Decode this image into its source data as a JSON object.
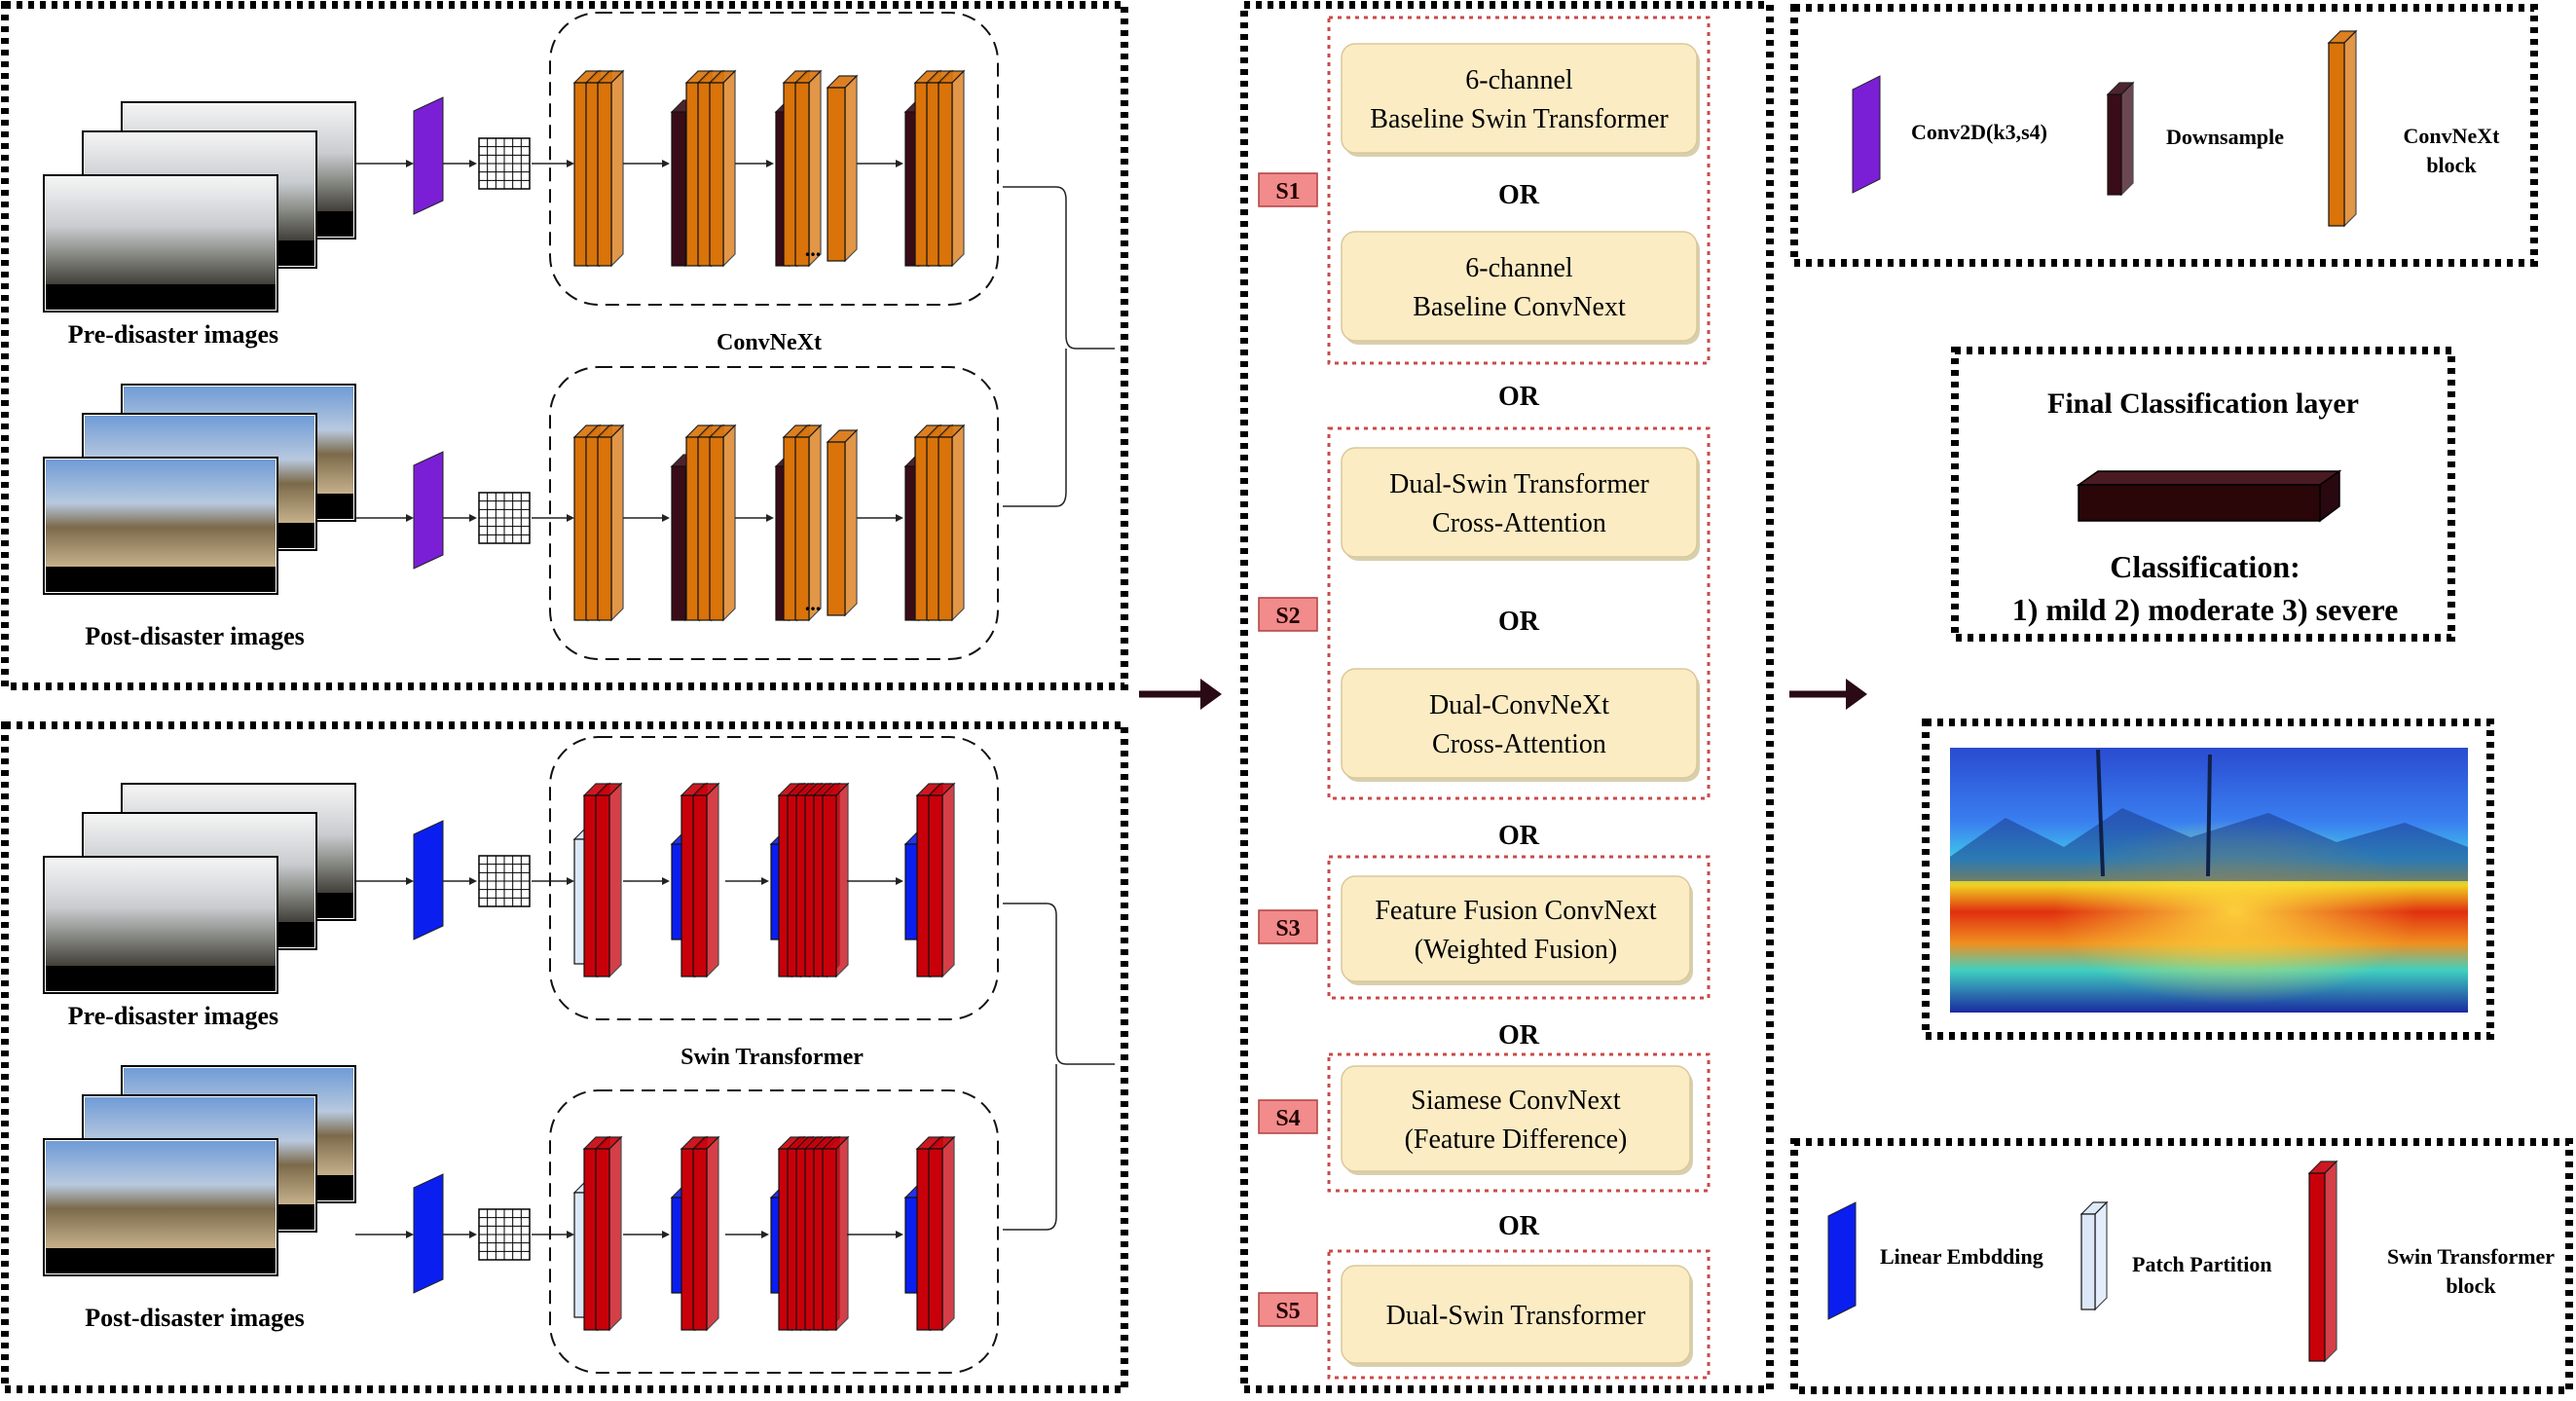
{
  "convnext_panel": {
    "pre_label": "Pre-disaster images",
    "post_label": "Post-disaster images",
    "title": "ConvNeXt",
    "ellipsis": "..."
  },
  "swin_panel": {
    "pre_label": "Pre-disaster images",
    "post_label": "Post-disaster images",
    "title": "Swin Transformer"
  },
  "strategies": {
    "s1": {
      "tag": "S1",
      "box_a": [
        "6-channel",
        "Baseline Swin Transformer"
      ],
      "box_b": [
        "6-channel",
        "Baseline ConvNext"
      ],
      "or_inner": "OR"
    },
    "or_1": "OR",
    "s2": {
      "tag": "S2",
      "box_a": [
        "Dual-Swin Transformer",
        "Cross-Attention"
      ],
      "box_b": [
        "Dual-ConvNeXt",
        "Cross-Attention"
      ],
      "or_inner": "OR"
    },
    "or_2": "OR",
    "s3": {
      "tag": "S3",
      "box": [
        "Feature Fusion ConvNext",
        "(Weighted Fusion)"
      ]
    },
    "or_3": "OR",
    "s4": {
      "tag": "S4",
      "box": [
        "Siamese ConvNext",
        "(Feature Difference)"
      ]
    },
    "or_4": "OR",
    "s5": {
      "tag": "S5",
      "box": [
        "Dual-Swin Transformer"
      ]
    }
  },
  "legend_convnext": {
    "conv_label": "Conv2D(k3,s4)",
    "downsample_label": "Downsample",
    "block_label": [
      "ConvNeXt",
      "block"
    ]
  },
  "final_layer": {
    "title": "Final Classification layer",
    "classification_title": "Classification:",
    "classes": "1) mild 2) moderate 3) severe"
  },
  "legend_swin": {
    "embedding_label": "Linear Embdding",
    "partition_label": "Patch Partition",
    "block_label": [
      "Swin Transformer",
      "block"
    ]
  },
  "colors": {
    "conv_purple": "#7a1fd6",
    "downsample": "#3a0c18",
    "convnext_orange": "#d9730a",
    "swin_red": "#c8000a",
    "linear_blue": "#0a1ef0",
    "patch_light": "#dce8f8",
    "strategy_fill": "#fcecc4",
    "tag_fill": "#f28b8b",
    "arrow": "#2a0a14"
  }
}
